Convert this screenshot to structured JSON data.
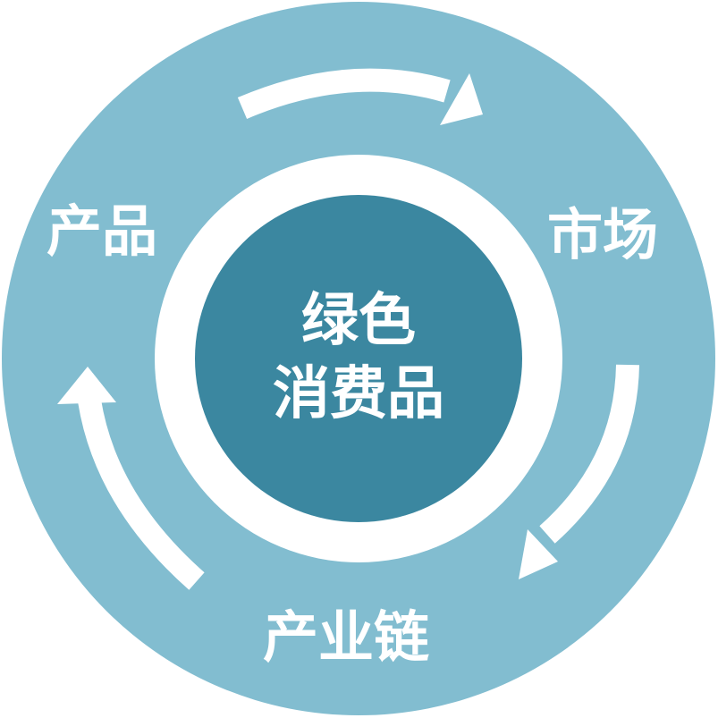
{
  "diagram": {
    "center": {
      "line1": "绿色",
      "line2": "消费品"
    },
    "nodes": {
      "product": "产品",
      "market": "市场",
      "industry_chain": "产业链"
    },
    "colors": {
      "outer_ring": "#82BDD0",
      "center_fill": "#3B87A0",
      "white_ring": "#FFFFFF",
      "arrow": "#FFFFFF",
      "text": "#FFFFFF"
    }
  }
}
